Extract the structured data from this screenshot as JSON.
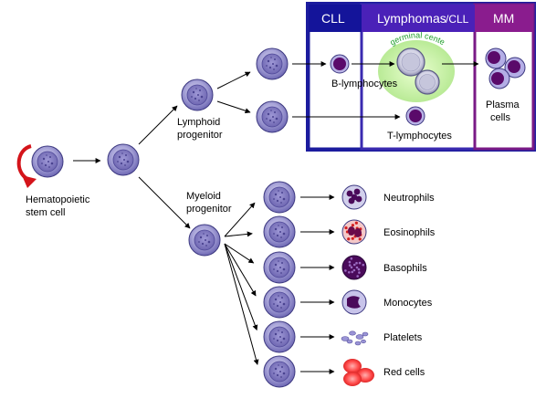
{
  "headers": {
    "cll": "CLL",
    "lymphomas": "Lymphomas",
    "cll_small": "/CLL",
    "mm": "MM"
  },
  "germinal_center": "germinal center",
  "labels": {
    "stem_cell_1": "Hematopoietic",
    "stem_cell_2": "stem cell",
    "lymphoid_1": "Lymphoid",
    "lymphoid_2": "progenitor",
    "myeloid_1": "Myeloid",
    "myeloid_2": "progenitor",
    "b_lymphocytes": "B-lymphocytes",
    "t_lymphocytes": "T-lymphocytes",
    "plasma_1": "Plasma",
    "plasma_2": "cells"
  },
  "myeloid_lineages": [
    {
      "label": "Neutrophils",
      "icon": "neutrophil-icon"
    },
    {
      "label": "Eosinophils",
      "icon": "eosinophil-icon"
    },
    {
      "label": "Basophils",
      "icon": "basophil-icon"
    },
    {
      "label": "Monocytes",
      "icon": "monocyte-icon"
    },
    {
      "label": "Platelets",
      "icon": "platelet-icon"
    },
    {
      "label": "Red cells",
      "icon": "red-cell-icon"
    }
  ],
  "colors": {
    "cll_box": "#1c1c9e",
    "lymphoma_box": "#4a21b8",
    "mm_box": "#7a1a86",
    "cell_fill": "#8b86c9",
    "germinal_center": "#c8f0a0",
    "red_arrow": "#d4141a"
  }
}
